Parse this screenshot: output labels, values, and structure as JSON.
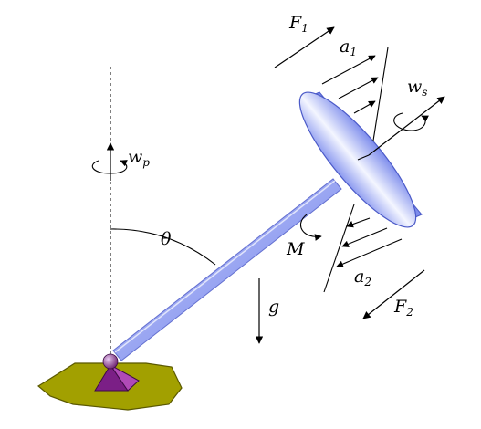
{
  "labels": {
    "f1": {
      "main": "F",
      "sub": "1"
    },
    "a1": {
      "main": "a",
      "sub": "1"
    },
    "ws": {
      "main": "w",
      "sub": "s"
    },
    "wp": {
      "main": "w",
      "sub": "p"
    },
    "theta": {
      "main": "θ"
    },
    "m": {
      "main": "M"
    },
    "a2": {
      "main": "a",
      "sub": "2"
    },
    "g": {
      "main": "g"
    },
    "f2": {
      "main": "F",
      "sub": "2"
    }
  },
  "colors": {
    "rod": "#8f9bf0",
    "rod_highlight": "#e7ebff",
    "disk_face": "#a8b4f5",
    "disk_rim": "#6f7fe6",
    "ball": "#8a3a8a",
    "base": "#7b1f86",
    "ground": "#a2a000",
    "ground_edge": "#6d6a00",
    "ink": "#000000"
  },
  "icons": [
    "pivot-ball-icon",
    "pyramid-base-icon",
    "ground-plate-icon",
    "rotation-arrow-icon"
  ]
}
